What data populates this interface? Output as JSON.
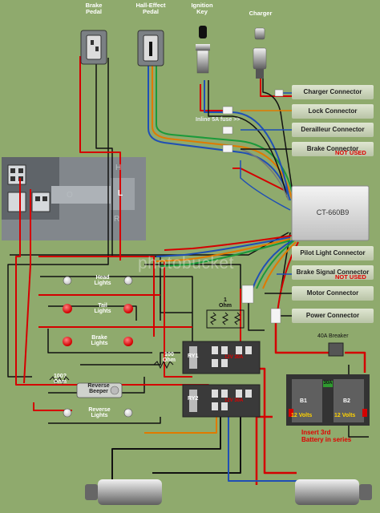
{
  "top_labels": {
    "brake_pedal": "Brake\nPedal",
    "hall_effect_pedal": "Hall-Effect\nPedal",
    "ignition_key": "Ignition\nKey",
    "charger": "Charger"
  },
  "fuse_label": "Inline 5A fuse  >>",
  "connectors": [
    "Charger Connector",
    "Lock Connector",
    "Derailleur Connector",
    "Brake Connector",
    "Pilot Light Connector",
    "Brake Signal Connector",
    "Motor Connector",
    "Power Connector"
  ],
  "not_used_label": "NOT USED",
  "controller_label": "CT-660B9",
  "shifter_letters": [
    "H",
    "L",
    "O",
    "R"
  ],
  "lights": {
    "head": "Head\nLights",
    "tail": "Tail\nLights",
    "brake": "Brake\nLights",
    "reverse": "Reverse\nLights"
  },
  "resistors": {
    "one_ohm": "1\nOhm",
    "hundred_ohm": "100\nOhm",
    "hundred_ohm_q": "100?\nOhm"
  },
  "reverse_beeper": "Reverse\nBeeper",
  "relays": [
    "RY1",
    "RY2"
  ],
  "relay_rating": "12V 30A",
  "breaker_label": "40A Breaker",
  "batteries": [
    {
      "name": "B1",
      "voltage": "12 Volts"
    },
    {
      "name": "B2",
      "voltage": "12 Volts"
    }
  ],
  "fuse_badge": "30A",
  "battery_note": "Insert 3rd\nBattery in series",
  "watermark": "photobucket"
}
